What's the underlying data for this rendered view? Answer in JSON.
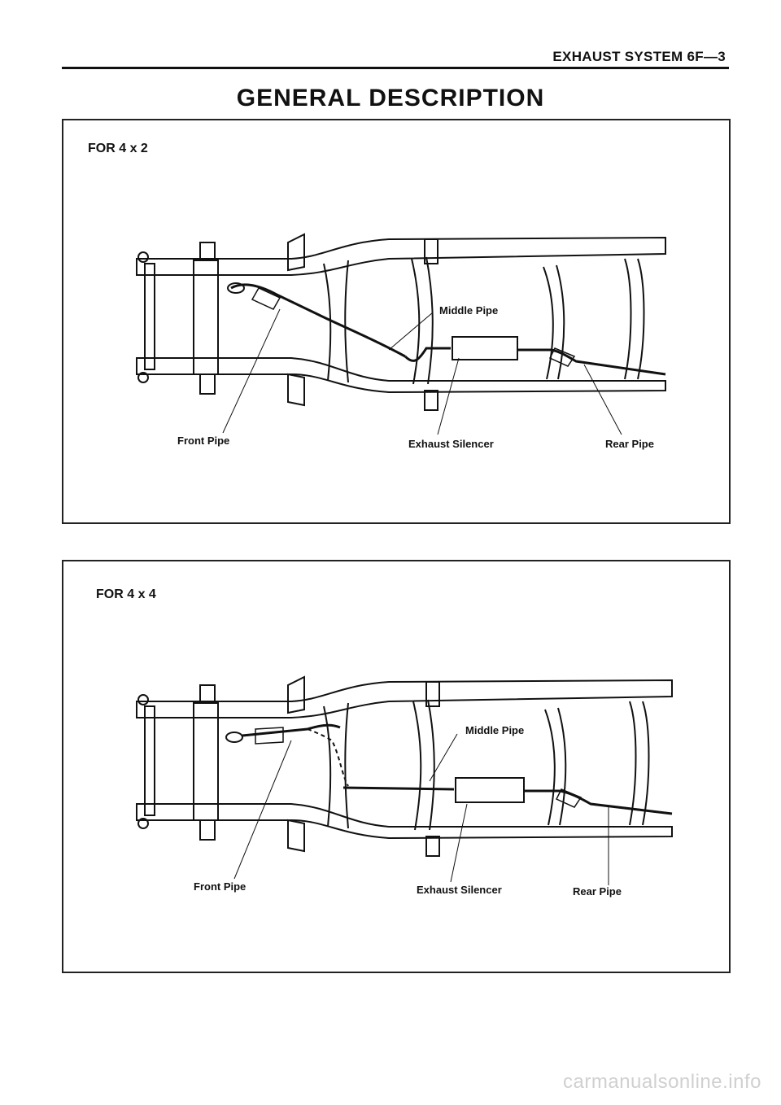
{
  "header": {
    "section": "EXHAUST SYSTEM 6F—3"
  },
  "page": {
    "title": "GENERAL DESCRIPTION"
  },
  "diagrams": [
    {
      "label": "FOR 4 x 2",
      "callouts": {
        "middle_pipe": "Middle Pipe",
        "front_pipe": "Front Pipe",
        "exhaust_silencer": "Exhaust Silencer",
        "rear_pipe": "Rear Pipe"
      }
    },
    {
      "label": "FOR 4 x 4",
      "callouts": {
        "middle_pipe": "Middle Pipe",
        "front_pipe": "Front Pipe",
        "exhaust_silencer": "Exhaust Silencer",
        "rear_pipe": "Rear Pipe"
      }
    }
  ],
  "watermark": "carmanualsonline.info"
}
